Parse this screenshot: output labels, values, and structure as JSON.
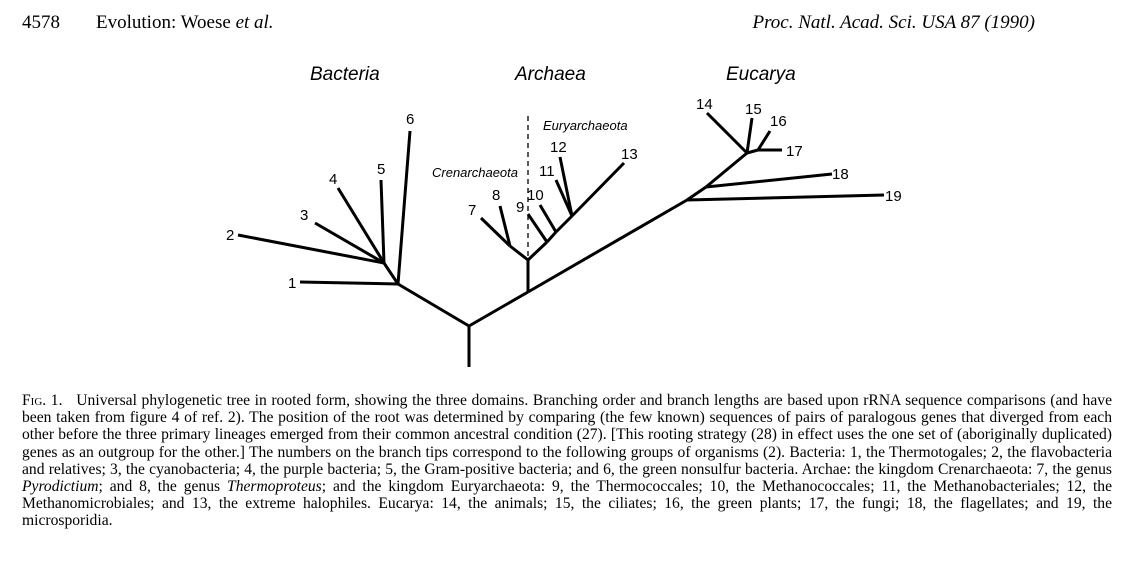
{
  "header": {
    "page_number": "4578",
    "journal_title_prefix": "Evolution: Woese ",
    "journal_title_etal": "et al.",
    "citation": "Proc. Natl. Acad. Sci. USA 87 (1990)"
  },
  "figure": {
    "domains": [
      "Bacteria",
      "Archaea",
      "Eucarya"
    ],
    "kingdoms": [
      "Crenarchaeota",
      "Euryarchaeota"
    ],
    "tips": [
      "1",
      "2",
      "3",
      "4",
      "5",
      "6",
      "7",
      "8",
      "9",
      "10",
      "11",
      "12",
      "13",
      "14",
      "15",
      "16",
      "17",
      "18",
      "19"
    ]
  },
  "caption": {
    "fig_label": "Fig. 1.",
    "part1": "Universal phylogenetic tree in rooted form, showing the three domains. Branching order and branch lengths are based upon rRNA sequence comparisons (and have been taken from figure 4 of ref. 2). The position of the root was determined by comparing (the few known) sequences of pairs of paralogous genes that diverged from each other before the three primary lineages emerged from their common ancestral condition (27). [This rooting strategy (28) in effect uses the one set of (aboriginally duplicated) genes as an outgroup for the other.] The numbers on the branch tips correspond to the following groups of organisms (2). Bacteria: 1, the Thermotogales; 2, the flavobacteria and relatives; 3, the cyanobacteria; 4, the purple bacteria; 5, the Gram-positive bacteria; and 6, the green nonsulfur bacteria. Archae: the kingdom Crenarchaeota: 7, the genus ",
    "italic1": "Pyrodictium",
    "part2": "; and 8, the genus ",
    "italic2": "Thermoproteus",
    "part3": "; and the kingdom Euryarchaeota: 9, the Thermococcales; 10, the Methanococcales; 11, the Methanobacteriales; 12, the Methanomicrobiales; and 13, the extreme halophiles. Eucarya: 14, the animals; 15, the ciliates; 16, the green plants; 17, the fungi; 18, the flagellates; and 19, the microsporidia."
  }
}
